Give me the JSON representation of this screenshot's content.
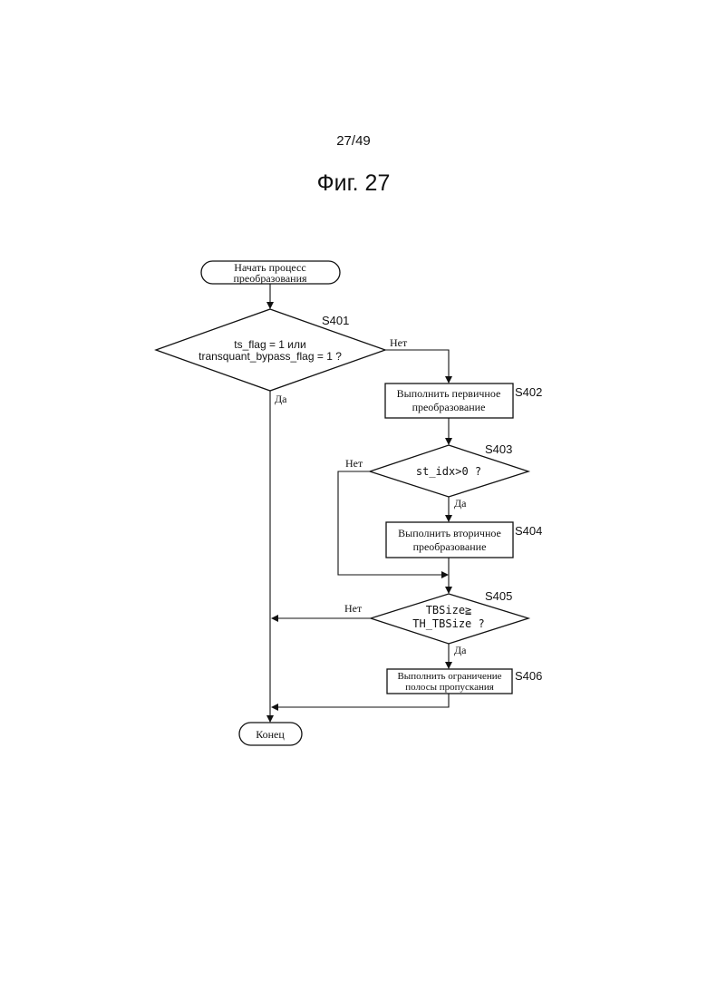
{
  "page_number": "27/49",
  "figure_title": "Фиг. 27",
  "nodes": {
    "start": {
      "lines": [
        "Начать процесс",
        "преобразования"
      ]
    },
    "s401": {
      "step": "S401",
      "lines": [
        "ts_flag = 1 или",
        "transquant_bypass_flag = 1 ?"
      ]
    },
    "s402": {
      "step": "S402",
      "lines": [
        "Выполнить первичное",
        "преобразование"
      ]
    },
    "s403": {
      "step": "S403",
      "lines": [
        "st_idx>0 ?"
      ]
    },
    "s404": {
      "step": "S404",
      "lines": [
        "Выполнить вторичное",
        "преобразование"
      ]
    },
    "s405": {
      "step": "S405",
      "lines": [
        "TBSize≧",
        "TH_TBSize ?"
      ]
    },
    "s406": {
      "step": "S406",
      "lines": [
        "Выполнить ограничение",
        "полосы пропускания"
      ]
    },
    "end": {
      "lines": [
        "Конец"
      ]
    }
  },
  "edge_labels": {
    "s401_no": "Нет",
    "s401_yes": "Да",
    "s403_no": "Нет",
    "s403_yes": "Да",
    "s405_no": "Нет",
    "s405_yes": "Да"
  }
}
